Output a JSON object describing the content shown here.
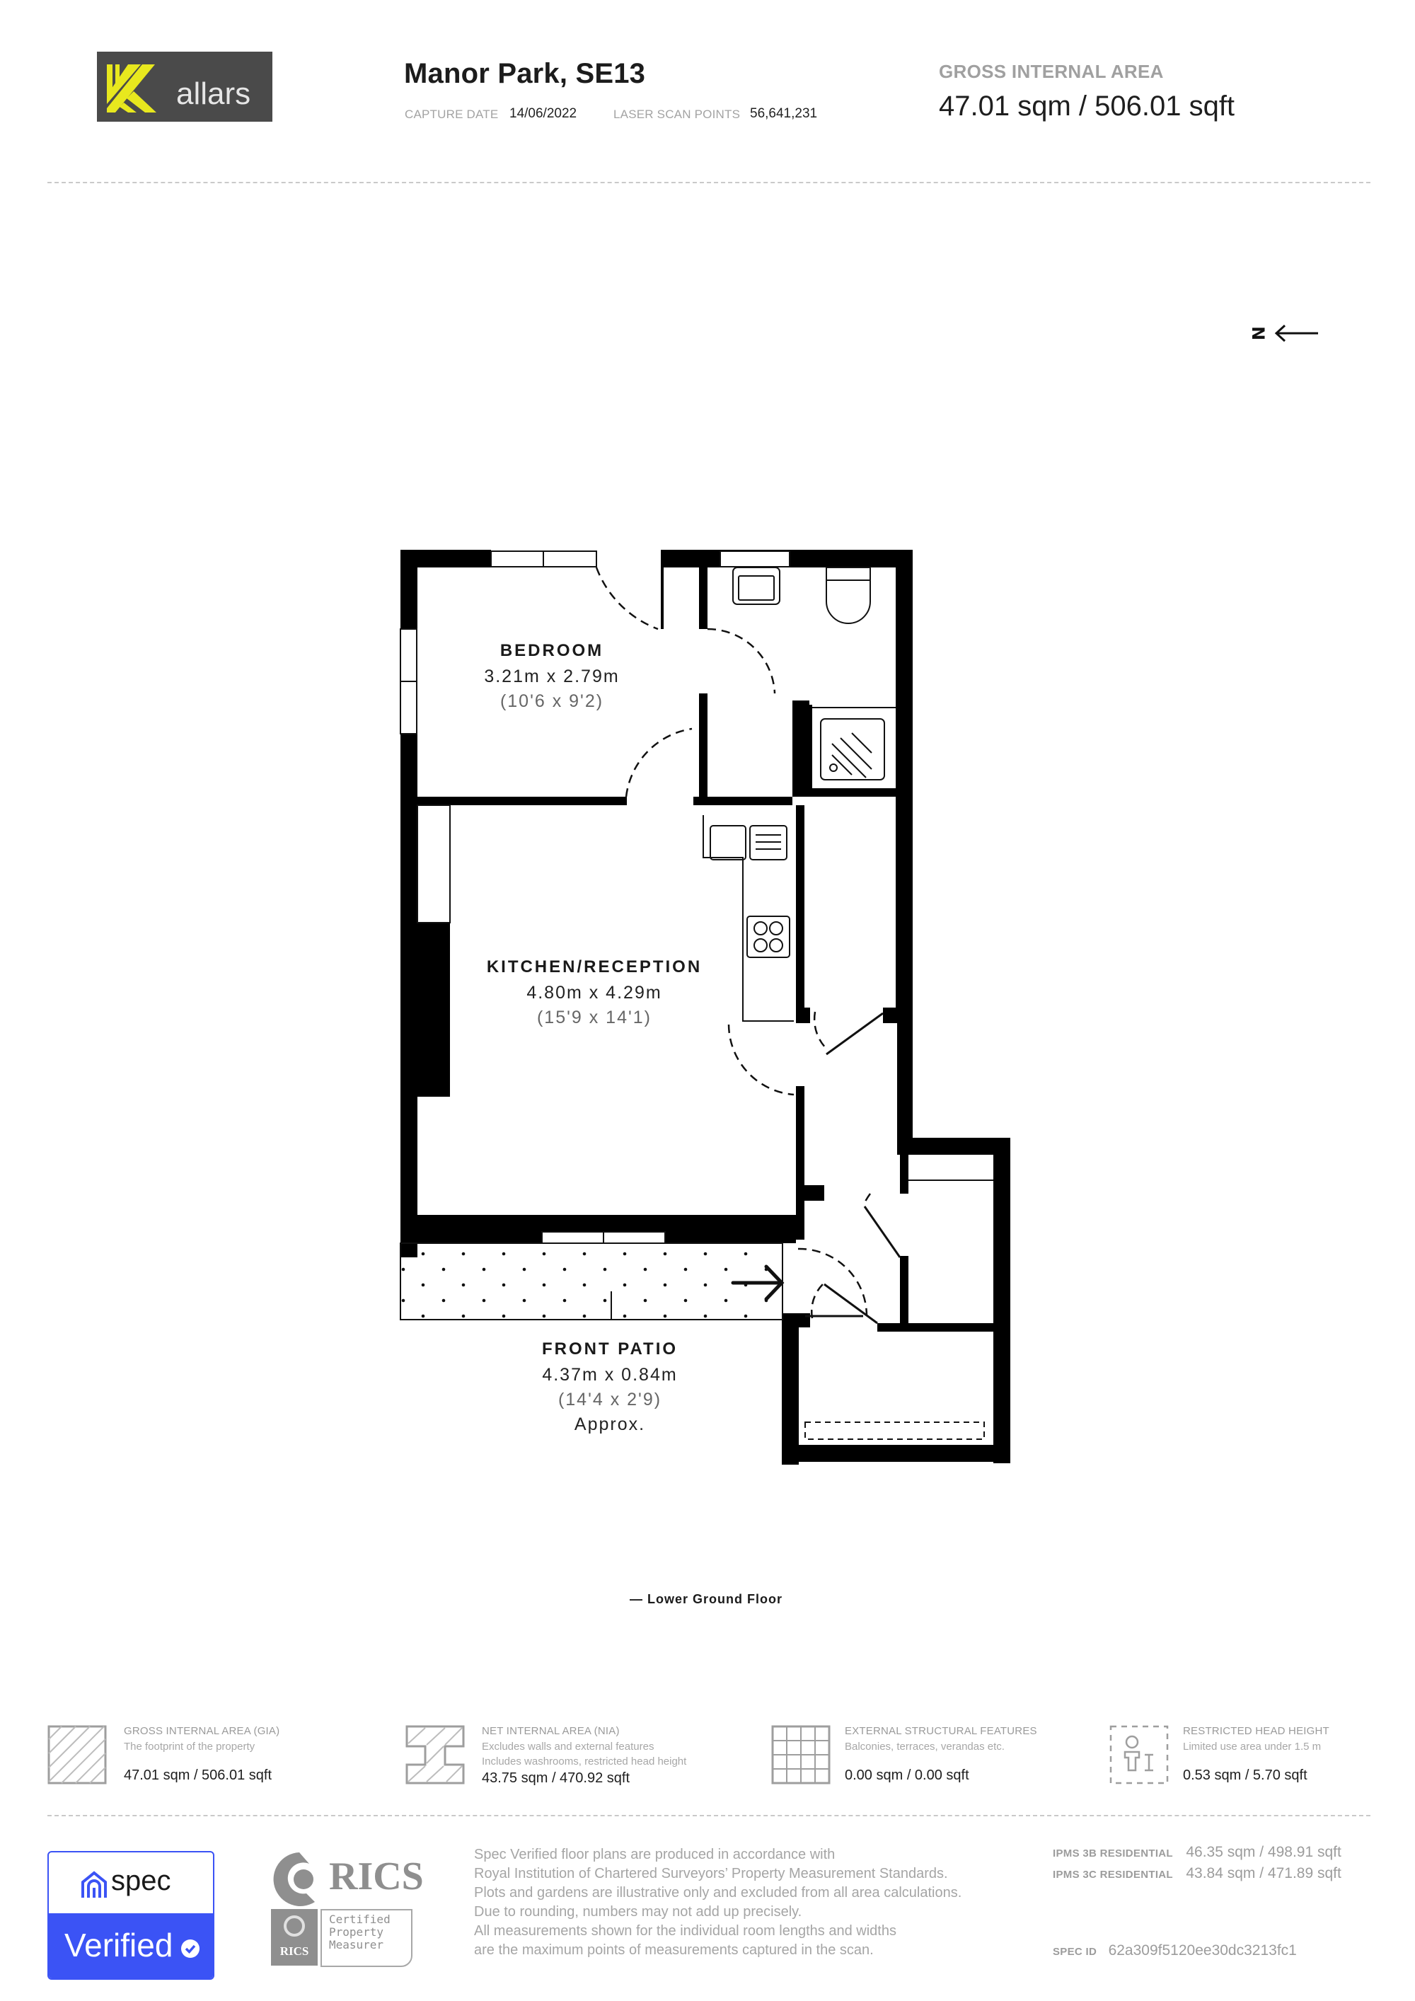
{
  "header": {
    "logo_text": "allars",
    "logo_letter": "K",
    "title": "Manor Park, SE13",
    "capture_date_label": "CAPTURE DATE",
    "capture_date": "14/06/2022",
    "laser_scan_label": "LASER SCAN POINTS",
    "laser_scan_points": "56,641,231",
    "gia_label": "GROSS INTERNAL AREA",
    "gia_value": "47.01 sqm / 506.01 sqft"
  },
  "compass": {
    "label": "N",
    "icon": "north-arrow-icon"
  },
  "floorplan": {
    "floor_label": "— Lower Ground Floor",
    "rooms": [
      {
        "name": "BEDROOM",
        "metric": "3.21m x 2.79m",
        "imperial": "(10'6 x 9'2)"
      },
      {
        "name": "KITCHEN/RECEPTION",
        "metric": "4.80m x 4.29m",
        "imperial": "(15'9 x 14'1)"
      },
      {
        "name": "FRONT PATIO",
        "metric": "4.37m x 0.84m",
        "imperial": "(14'4 x 2'9)",
        "note": "Approx."
      }
    ]
  },
  "legend": [
    {
      "title": "GROSS INTERNAL AREA (GIA)",
      "lines": [
        "The footprint of the property"
      ],
      "value": "47.01 sqm / 506.01 sqft",
      "icon": "gia-hatch-icon"
    },
    {
      "title": "NET INTERNAL AREA (NIA)",
      "lines": [
        "Excludes walls and external features",
        "Includes washrooms, restricted head height"
      ],
      "value": "43.75 sqm / 470.92 sqft",
      "icon": "nia-hatch-icon"
    },
    {
      "title": "EXTERNAL STRUCTURAL FEATURES",
      "lines": [
        "Balconies, terraces, verandas etc."
      ],
      "value": "0.00 sqm / 0.00 sqft",
      "icon": "grid-icon"
    },
    {
      "title": "RESTRICTED HEAD HEIGHT",
      "lines": [
        "Limited use area under 1.5 m"
      ],
      "value": "0.53 sqm / 5.70 sqft",
      "icon": "person-height-icon"
    }
  ],
  "footer": {
    "spec_word": "spec",
    "verified_word": "Verified",
    "rics_word": "RICS",
    "rics_small": "RICS",
    "cpm_lines": [
      "Certified",
      "Property",
      "Measurer"
    ],
    "disclaimer": [
      "Spec Verified floor plans are produced in accordance with",
      "Royal Institution of Chartered Surveyors’ Property Measurement Standards.",
      "Plots and gardens are illustrative only and excluded from all area calculations.",
      "Due to rounding, numbers may not add up precisely.",
      "All measurements shown for the individual room lengths and widths",
      "are the maximum points of measurements captured in the scan."
    ],
    "ipms": [
      {
        "label": "IPMS 3B RESIDENTIAL",
        "value": "46.35 sqm / 498.91 sqft"
      },
      {
        "label": "IPMS 3C RESIDENTIAL",
        "value": "43.84 sqm / 471.89 sqft"
      }
    ],
    "spec_id_label": "SPEC ID",
    "spec_id": "62a309f5120ee30dc3213fc1"
  },
  "colors": {
    "logo_bg": "#4a4a4a",
    "logo_accent": "#e8e81e",
    "spec_blue": "#3b53f5",
    "muted": "#a0a0a0"
  }
}
